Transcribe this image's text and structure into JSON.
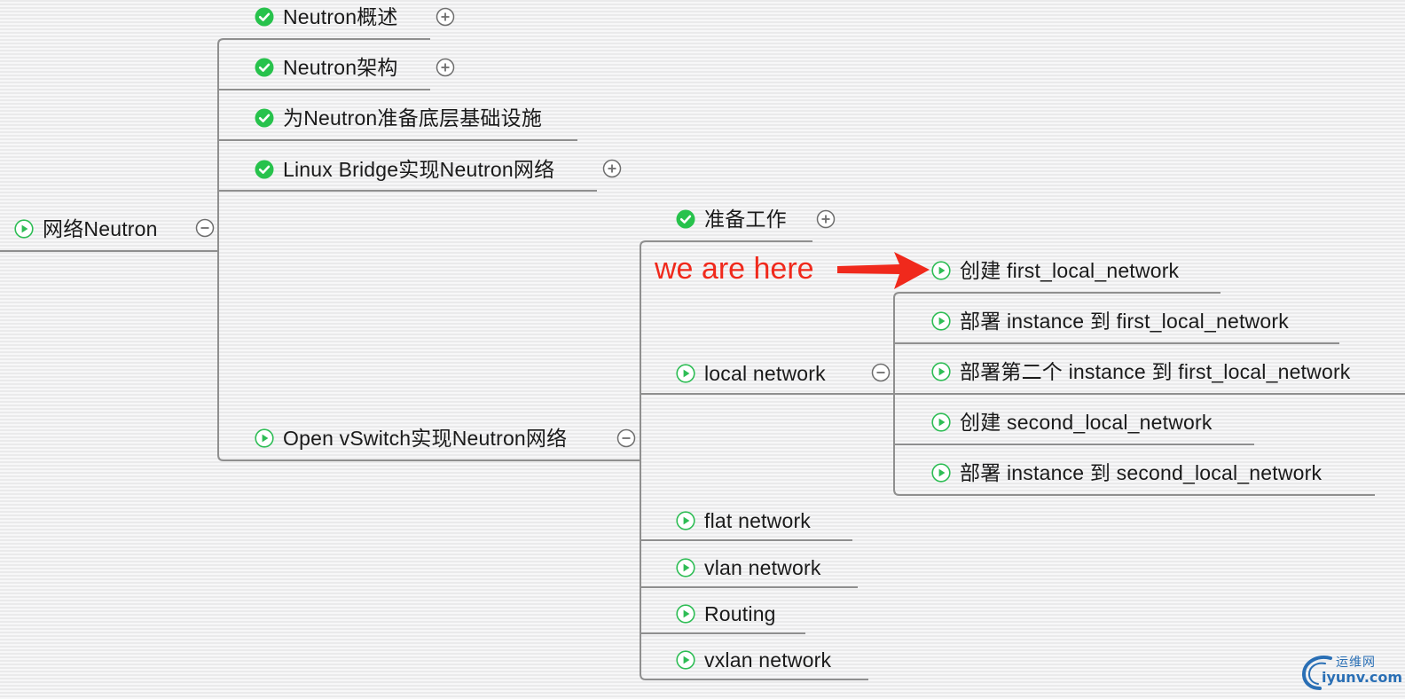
{
  "mindmap": {
    "root": {
      "label": "网络Neutron",
      "icon": "play-icon",
      "state": "expanded"
    },
    "branches": [
      {
        "label": "Neutron概述",
        "icon": "check-icon",
        "state": "collapsed"
      },
      {
        "label": "Neutron架构",
        "icon": "check-icon",
        "state": "collapsed"
      },
      {
        "label": "为Neutron准备底层基础设施",
        "icon": "check-icon",
        "state": "leaf"
      },
      {
        "label": "Linux Bridge实现Neutron网络",
        "icon": "check-icon",
        "state": "collapsed"
      },
      {
        "label": "Open vSwitch实现Neutron网络",
        "icon": "play-icon",
        "state": "expanded",
        "children": [
          {
            "label": "准备工作",
            "icon": "check-icon",
            "state": "collapsed"
          },
          {
            "label": "local network",
            "icon": "play-icon",
            "state": "expanded",
            "children": [
              {
                "label": "创建 first_local_network",
                "icon": "play-icon",
                "state": "leaf"
              },
              {
                "label": "部署 instance 到 first_local_network",
                "icon": "play-icon",
                "state": "leaf"
              },
              {
                "label": "部署第二个 instance 到 first_local_network",
                "icon": "play-icon",
                "state": "leaf"
              },
              {
                "label": "创建 second_local_network",
                "icon": "play-icon",
                "state": "leaf"
              },
              {
                "label": "部署 instance 到 second_local_network",
                "icon": "play-icon",
                "state": "leaf"
              }
            ]
          },
          {
            "label": "flat network",
            "icon": "play-icon",
            "state": "leaf"
          },
          {
            "label": "vlan network",
            "icon": "play-icon",
            "state": "leaf"
          },
          {
            "label": "Routing",
            "icon": "play-icon",
            "state": "leaf"
          },
          {
            "label": "vxlan network",
            "icon": "play-icon",
            "state": "leaf"
          }
        ]
      }
    ]
  },
  "annotation": {
    "text": "we are here",
    "color": "#f0291c",
    "arrow_color": "#f0291c"
  },
  "watermark": {
    "cn_text": "运维网",
    "en_text": "iyunv.com",
    "color": "#2a6fb5"
  },
  "colors": {
    "line": "#8f8f8f",
    "check_green": "#27c24c",
    "play_green": "#2ebd55",
    "toggle_stroke": "#6e6e6e",
    "text": "#1a1a1a"
  }
}
